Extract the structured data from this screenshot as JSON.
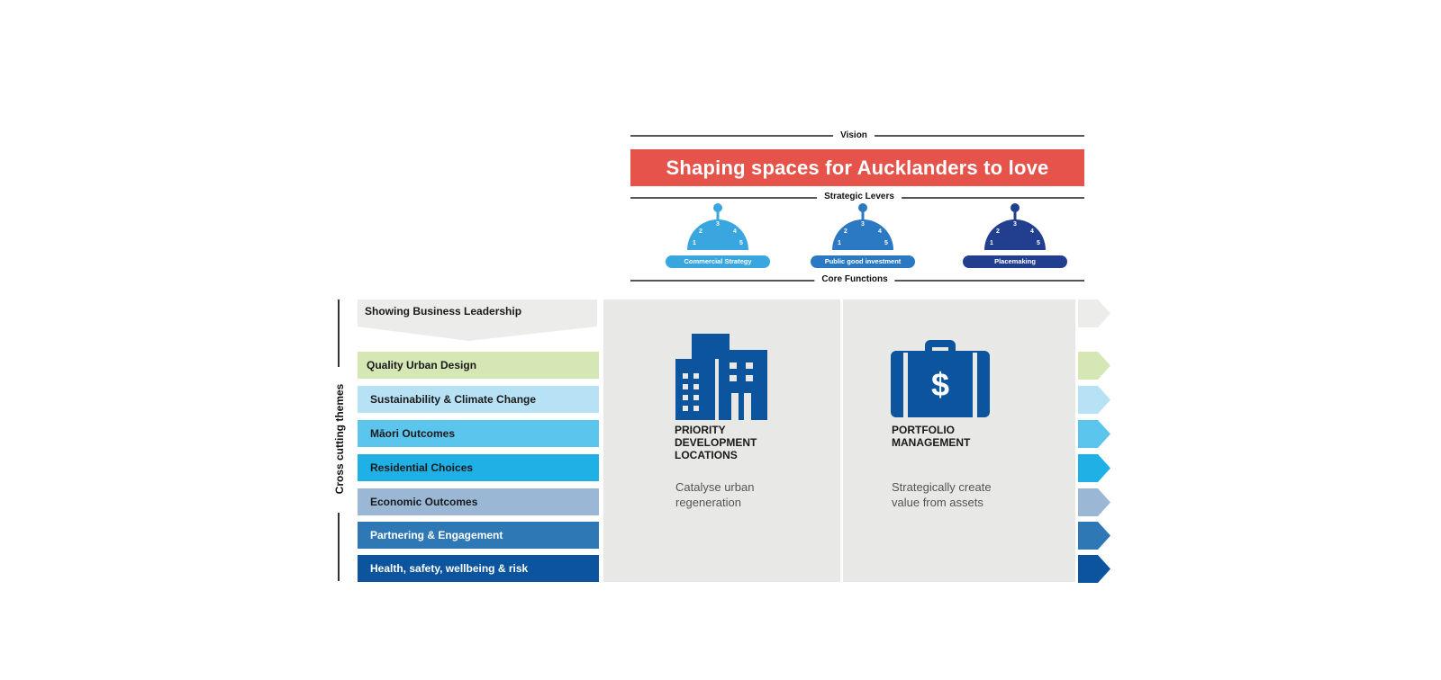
{
  "vision": {
    "label": "Vision",
    "statement": "Shaping spaces for Aucklanders to love"
  },
  "strategic_levers": {
    "label": "Strategic Levers",
    "dial_numbers": [
      "1",
      "2",
      "3",
      "4",
      "5"
    ],
    "items": [
      {
        "label": "Commercial Strategy",
        "color": "#3aa6e0"
      },
      {
        "label": "Public good investment",
        "color": "#2a79c2"
      },
      {
        "label": "Placemaking",
        "color": "#223f8f"
      }
    ]
  },
  "core_functions": {
    "label": "Core Functions",
    "items": [
      {
        "title": "PRIORITY DEVELOPMENT LOCATIONS",
        "description": "Catalyse urban regeneration",
        "icon": "building-icon"
      },
      {
        "title": "PORTFOLIO MANAGEMENT",
        "description": "Strategically create value from assets",
        "icon": "briefcase-dollar-icon"
      }
    ]
  },
  "cross_cutting": {
    "label": "Cross cutting themes",
    "leadership": {
      "label": "Showing Business Leadership",
      "color": "#ececea"
    },
    "themes": [
      {
        "label": "Quality Urban Design",
        "color": "#d6e7b6",
        "text_color": "#1a1a1a"
      },
      {
        "label": "Sustainability & Climate Change",
        "color": "#b7e1f5",
        "text_color": "#1a1a1a"
      },
      {
        "label": "Māori Outcomes",
        "color": "#5cc5ee",
        "text_color": "#1a1a1a"
      },
      {
        "label": "Residential Choices",
        "color": "#1fb0e6",
        "text_color": "#1a1a1a"
      },
      {
        "label": "Economic Outcomes",
        "color": "#9ab8d6",
        "text_color": "#1a1a1a"
      },
      {
        "label": "Partnering & Engagement",
        "color": "#2e78b5",
        "text_color": "#ffffff"
      },
      {
        "label": "Health, safety, wellbeing & risk",
        "color": "#0c559e",
        "text_color": "#ffffff"
      }
    ]
  },
  "colors": {
    "vision_red": "#e5534b",
    "panel_grey": "#e8e8e6",
    "icon_blue": "#0c559e"
  }
}
